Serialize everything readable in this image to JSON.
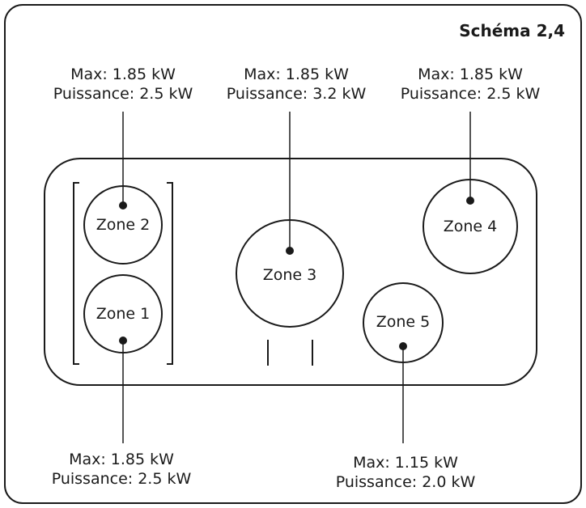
{
  "title": "Schéma 2,4",
  "zones": [
    {
      "id": "zone-1",
      "name": "Zone 1",
      "max": "Max: 1.85 kW",
      "power": "Puissance: 2.5 kW"
    },
    {
      "id": "zone-2",
      "name": "Zone 2",
      "max": "Max: 1.85 kW",
      "power": "Puissance: 2.5 kW"
    },
    {
      "id": "zone-3",
      "name": "Zone 3",
      "max": "Max: 1.85 kW",
      "power": "Puissance: 3.2 kW"
    },
    {
      "id": "zone-4",
      "name": "Zone 4",
      "max": "Max: 1.85 kW",
      "power": "Puissance: 2.5 kW"
    },
    {
      "id": "zone-5",
      "name": "Zone 5",
      "max": "Max: 1.15 kW",
      "power": "Puissance: 2.0 kW"
    }
  ]
}
